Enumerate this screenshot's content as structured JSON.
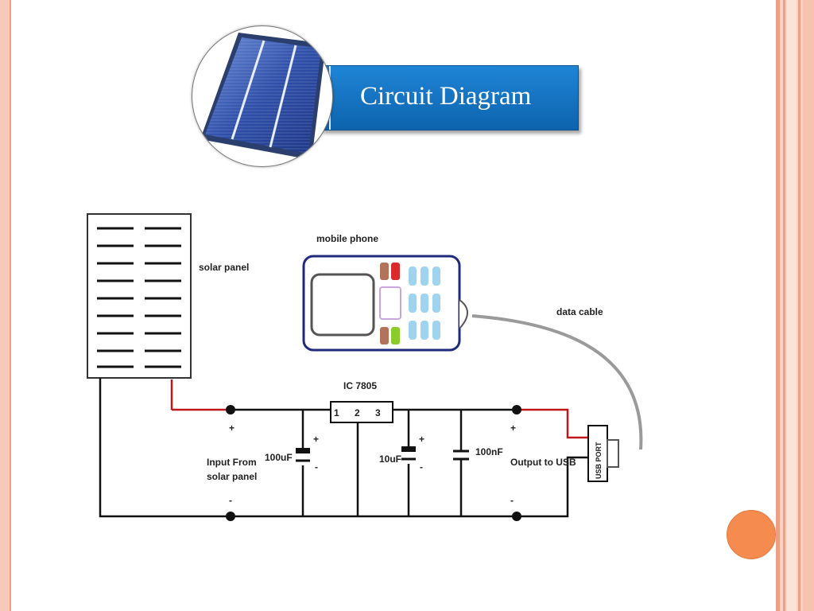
{
  "slide": {
    "title": "Circuit Diagram"
  },
  "colors": {
    "banner": "#1478c8",
    "accent_circle": "#f58b4f",
    "border": "#f6c9b8",
    "wire": "#111111",
    "positive_wire": "#c0161c"
  },
  "diagram": {
    "labels": {
      "solar_panel": "solar panel",
      "mobile_phone": "mobile phone",
      "data_cable": "data cable",
      "ic": "IC 7805",
      "pin1": "1",
      "pin2": "2",
      "pin3": "3",
      "cap1": "100uF",
      "cap2": "10uF",
      "cap3": "100nF",
      "input_line1": "Input From",
      "input_line2": "solar panel",
      "output": "Output to USB",
      "usb_port": "USB PORT",
      "plus": "+",
      "minus": "-"
    }
  }
}
